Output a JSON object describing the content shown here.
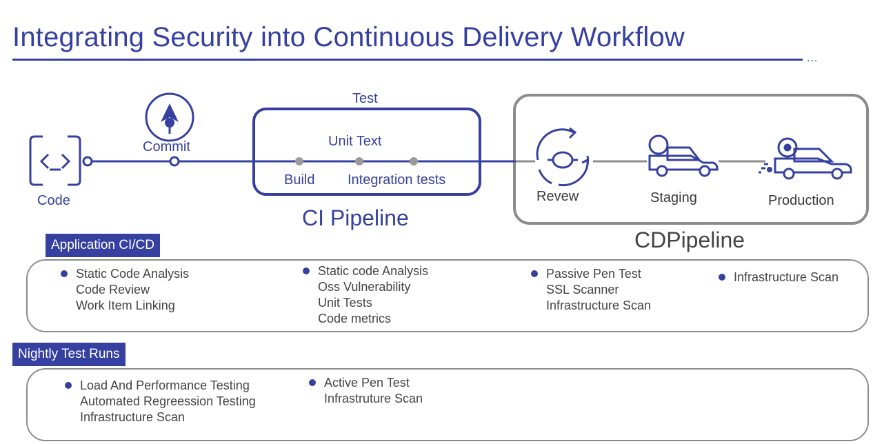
{
  "title": "Integrating Security into Continuous Delivery Workflow",
  "title_suffix": "...",
  "pipeline": {
    "code_label": "Code",
    "commit_label": "Commit",
    "test_label": "Test",
    "unit_text_label": "Unit Text",
    "build_label": "Build",
    "integration_label": "Integration tests",
    "ci_label": "CI Pipeline",
    "review_label": "Revew",
    "staging_label": "Staging",
    "production_label": "Production",
    "cd_label": "CDPipeline"
  },
  "application_tag": "Application  CI/CD",
  "application_groups": [
    [
      "Static Code Analysis",
      "Code Review",
      "Work Item Linking"
    ],
    [
      "Static code Analysis",
      "Oss Vulnerability",
      "Unit Tests",
      "Code metrics"
    ],
    [
      "Passive Pen Test",
      "SSL Scanner",
      "Infrastructure Scan"
    ],
    [
      "Infrastructure Scan"
    ]
  ],
  "nightly_tag": "Nightly Test Runs",
  "nightly_groups": [
    [
      "Load And Performance Testing",
      "Automated Regreession Testing",
      "Infrastructure Scan"
    ],
    [
      "Active Pen Test",
      "Infrastruture Scan"
    ]
  ],
  "colors": {
    "accent": "#3640a0",
    "panel_border": "#8c8c8c",
    "text": "#444444"
  },
  "icons": [
    "code-brackets-icon",
    "commit-icon",
    "review-cycle-icon",
    "staging-car-icon",
    "production-car-icon"
  ]
}
